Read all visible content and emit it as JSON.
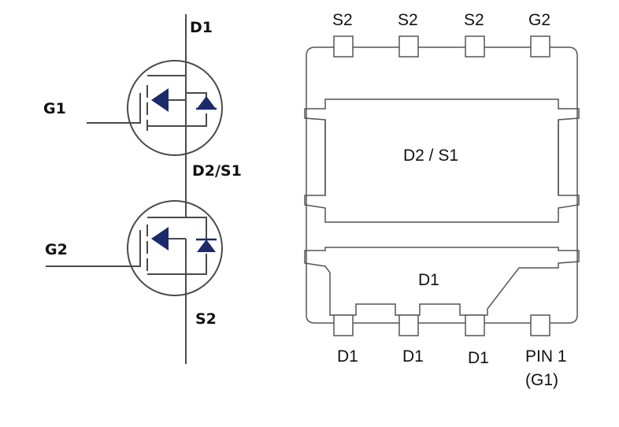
{
  "schematic": {
    "drain1": "D1",
    "gate1": "G1",
    "mid_node": "D2/S1",
    "gate2": "G2",
    "source2": "S2"
  },
  "package": {
    "top_pins": [
      "S2",
      "S2",
      "S2",
      "G2"
    ],
    "upper_pad": "D2 / S1",
    "lower_pad": "D1",
    "bottom_pins": [
      "D1",
      "D1",
      "D1"
    ],
    "pin1_label": "PIN 1",
    "pin1_sub": "(G1)"
  },
  "colors": {
    "line": "#4a4a4a",
    "arrow_fill": "#1c2a6b",
    "outline": "#555555"
  }
}
